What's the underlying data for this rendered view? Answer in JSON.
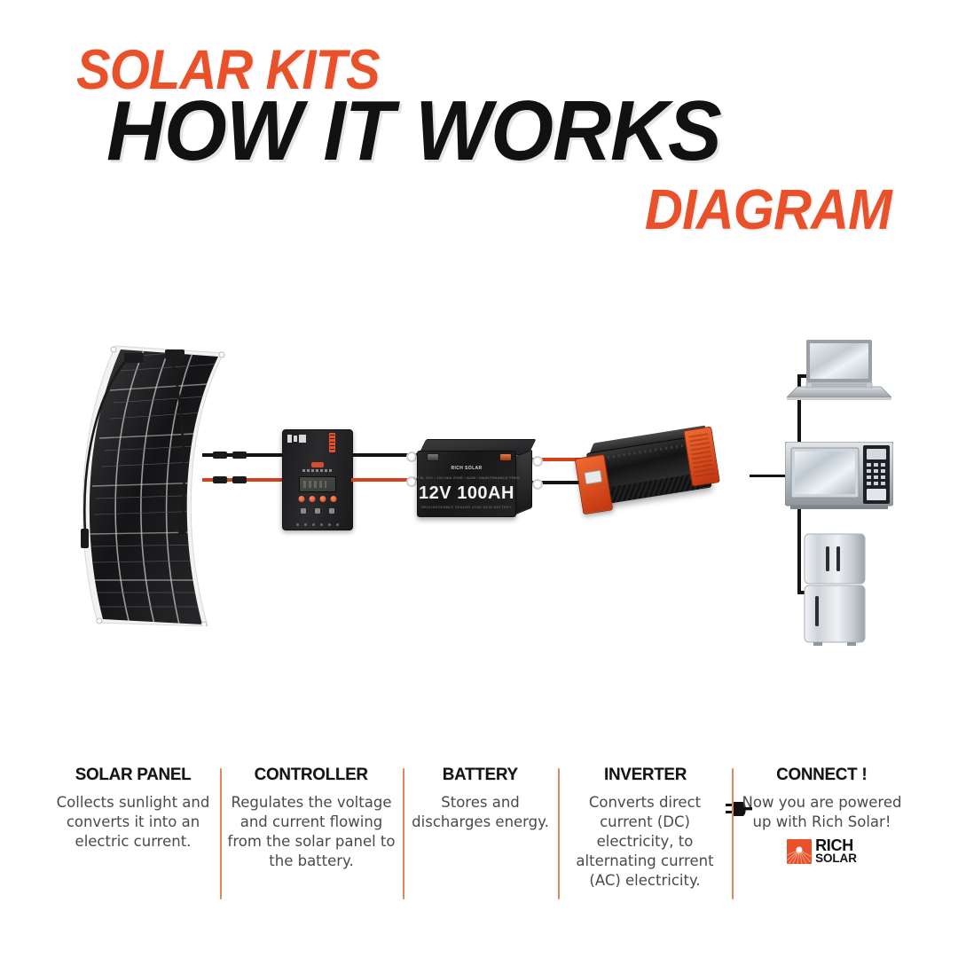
{
  "title": {
    "line1": "SOLAR KITS",
    "line2": "HOW IT WORKS",
    "line3": "DIAGRAM"
  },
  "colors": {
    "accent_orange": "#E8512A",
    "divider_orange": "#E8855F",
    "body_text": "#4A4A4A",
    "heading_black": "#141414",
    "background": "#FFFFFF"
  },
  "diagram": {
    "components": [
      {
        "name": "solar-panel",
        "label": "Flexible Solar Panel"
      },
      {
        "name": "charge-controller",
        "label": "Charge Controller"
      },
      {
        "name": "battery",
        "label": "Deep Cycle Battery",
        "spec": "12V 100AH",
        "brand": "RICH SOLAR",
        "fine_print_top": "C.T.B. 12V / 100.0Ah 20HR / AGM / MAINTENANCE FREE",
        "fine_print_bottom": "RECHARGEABLE SEALED LEAD ACID BATTERY"
      },
      {
        "name": "inverter",
        "label": "Power Inverter"
      },
      {
        "name": "appliances",
        "label": "Appliances"
      }
    ],
    "appliances": [
      {
        "name": "laptop",
        "label": "Laptop"
      },
      {
        "name": "microwave",
        "label": "Microwave"
      },
      {
        "name": "refrigerator",
        "label": "Refrigerator"
      }
    ],
    "cables": [
      {
        "name": "pv-negative",
        "color": "#141414"
      },
      {
        "name": "pv-positive",
        "color": "#D8401A"
      },
      {
        "name": "battery-negative",
        "color": "#141414"
      },
      {
        "name": "battery-positive",
        "color": "#D8401A"
      },
      {
        "name": "ac-output",
        "color": "#141414"
      }
    ]
  },
  "footer": {
    "columns": [
      {
        "title": "SOLAR PANEL",
        "text": "Collects sunlight and converts it into an electric current."
      },
      {
        "title": "CONTROLLER",
        "text": "Regulates the voltage and current flowing from the solar panel to the battery."
      },
      {
        "title": "BATTERY",
        "text": "Stores and discharges energy."
      },
      {
        "title": "INVERTER",
        "text": "Converts direct current (DC) electricity, to alternating current (AC) electricity."
      },
      {
        "title": "CONNECT !",
        "text": "Now you are powered up with Rich Solar!"
      }
    ],
    "logo": {
      "line1": "RICH",
      "line2": "SOLAR",
      "icon": "sunburst-icon"
    }
  }
}
